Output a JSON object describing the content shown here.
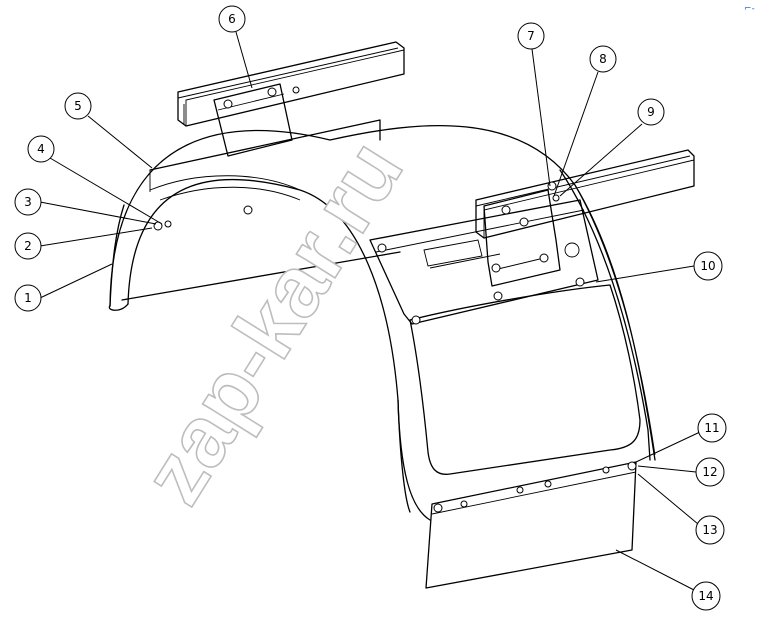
{
  "watermark": "zap-kar.ru",
  "corner_mark": "⌐-",
  "callouts": [
    {
      "id": "callout-1",
      "label": "1"
    },
    {
      "id": "callout-2",
      "label": "2"
    },
    {
      "id": "callout-3",
      "label": "3"
    },
    {
      "id": "callout-4",
      "label": "4"
    },
    {
      "id": "callout-5",
      "label": "5"
    },
    {
      "id": "callout-6",
      "label": "6"
    },
    {
      "id": "callout-7",
      "label": "7"
    },
    {
      "id": "callout-8",
      "label": "8"
    },
    {
      "id": "callout-9",
      "label": "9"
    },
    {
      "id": "callout-10",
      "label": "10"
    },
    {
      "id": "callout-11",
      "label": "11"
    },
    {
      "id": "callout-12",
      "label": "12"
    },
    {
      "id": "callout-13",
      "label": "13"
    },
    {
      "id": "callout-14",
      "label": "14"
    }
  ]
}
